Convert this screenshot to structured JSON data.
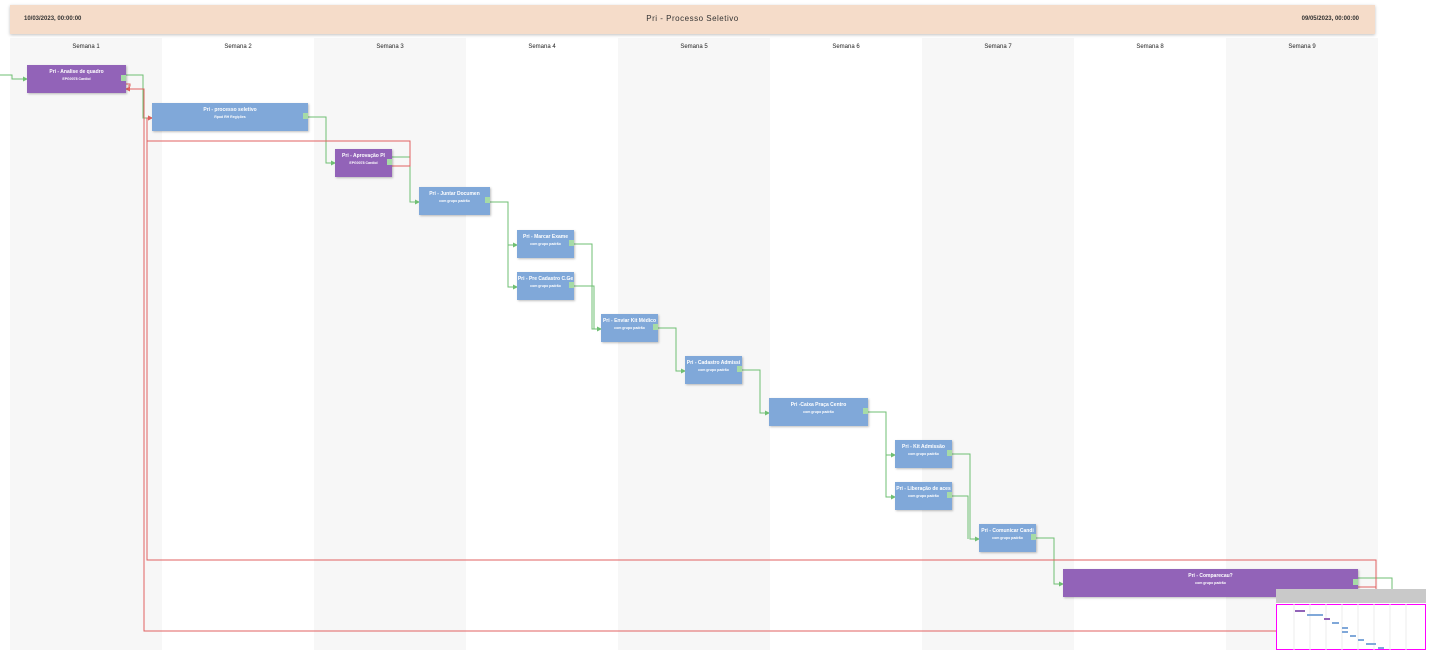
{
  "header": {
    "title": "Pri - Processo Seletivo",
    "start_date": "10/03/2023, 00:00:00",
    "end_date": "09/05/2023, 00:00:00",
    "background": "#f5dcc9"
  },
  "weeks": [
    "Semana 1",
    "Semana 2",
    "Semana 3",
    "Semana 4",
    "Semana 5",
    "Semana 6",
    "Semana 7",
    "Semana 8",
    "Semana 9"
  ],
  "colors": {
    "purple_task": "#9263b8",
    "blue_task": "#80a8d9",
    "link_green": "#6fbf73",
    "link_red": "#e06060",
    "minimap_border": "#ff00ff"
  },
  "tasks": [
    {
      "title": "Pri - Analise de quadro",
      "subtitle": "EPG0078 Cardiol",
      "color": "purple"
    },
    {
      "title": "Pri - processo seletivo",
      "subtitle": "Rpod RH Regições",
      "color": "blue"
    },
    {
      "title": "Pri - Aprovação PI",
      "subtitle": "EPG0078 Cardiol",
      "color": "purple"
    },
    {
      "title": "Pri - Juntar Documen",
      "subtitle": "com grupo padrão",
      "color": "blue"
    },
    {
      "title": "Pri - Marcar Exame",
      "subtitle": "com grupo padrão",
      "color": "blue"
    },
    {
      "title": "Pri - Pre Cadastro C.Ge",
      "subtitle": "com grupo padrão",
      "color": "blue"
    },
    {
      "title": "Pri - Enviar Kit Médico",
      "subtitle": "com grupo padrão",
      "color": "blue"
    },
    {
      "title": "Pri - Cadastro Admissi",
      "subtitle": "com grupo padrão",
      "color": "blue"
    },
    {
      "title": "Pri -Caixa Praça Centro",
      "subtitle": "com grupo padrão",
      "color": "blue"
    },
    {
      "title": "Pri - Kit Admissão",
      "subtitle": "com grupo padrão",
      "color": "blue"
    },
    {
      "title": "Pri - Liberação de aces",
      "subtitle": "com grupo padrão",
      "color": "blue"
    },
    {
      "title": "Pri - Comunicar Candi",
      "subtitle": "com grupo padrão",
      "color": "blue"
    },
    {
      "title": "Pri - Comparecau?",
      "subtitle": "com grupo padrão",
      "color": "purple"
    }
  ]
}
